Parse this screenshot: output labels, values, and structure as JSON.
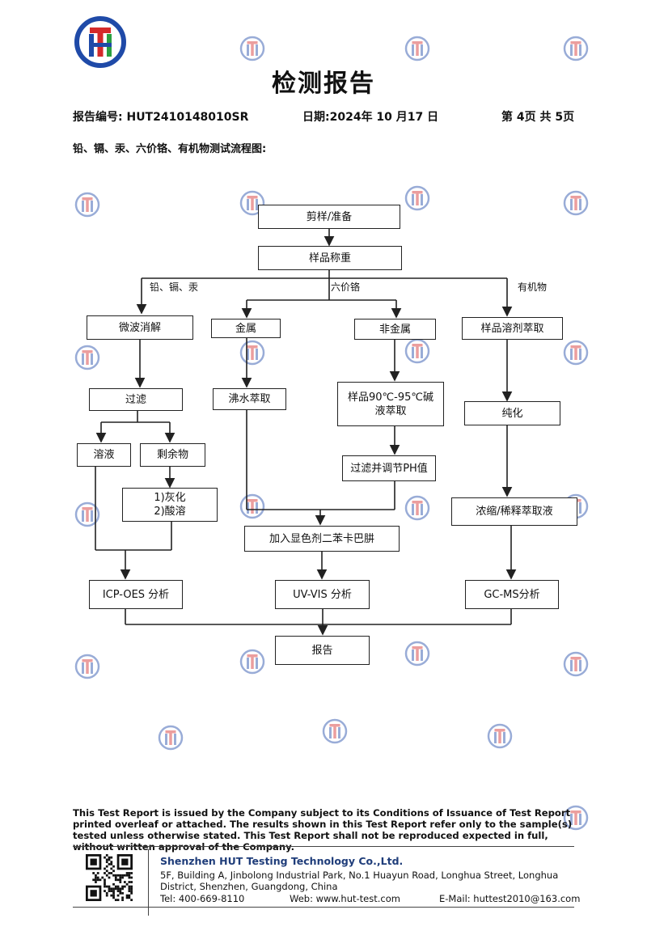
{
  "header": {
    "title": "检测报告",
    "report_no": "报告编号: HUT2410148010SR",
    "date": "日期:2024年 10 月17 日",
    "page": "第 4页 共 5页",
    "subtitle": "铅、镉、汞、六价铬、有机物测试流程图:"
  },
  "logo": {
    "letters": "HT",
    "red": "#d42a2a",
    "blue": "#1f4aa8",
    "green": "#2aa040"
  },
  "flowchart": {
    "nodes": {
      "cut": "剪样/准备",
      "weigh": "样品称重",
      "microwave": "微波消解",
      "metal": "金属",
      "nonmetal": "非金属",
      "solvent": "样品溶剂萃取",
      "filter": "过滤",
      "boil": "沸水萃取",
      "alkali": "样品90℃-95℃碱\n液萃取",
      "purify": "纯化",
      "solution": "溶液",
      "residue": "剩余物",
      "ash": "1)灰化\n2)酸溶",
      "ph": "过滤并调节PH值",
      "concentrate": "浓缩/稀释萃取液",
      "reagent": "加入显色剂二苯卡巴肼",
      "icp": "ICP-OES 分析",
      "uv": "UV-VIS 分析",
      "gc": "GC-MS分析",
      "report": "报告"
    },
    "branch_labels": {
      "lead": "铅、镉、汞",
      "chromium": "六价铬",
      "organic": "有机物"
    }
  },
  "footer": {
    "disclaimer": "This Test Report is issued by the Company subject to its Conditions of Issuance of Test Report printed overleaf or attached. The results shown in this Test Report refer only to the sample(s) tested unless otherwise stated. This Test Report shall not be reproduced expected in full, without written approval of the Company.",
    "company": "Shenzhen HUT Testing Technology Co.,Ltd.",
    "address": "5F, Building A, Jinbolong Industrial Park, No.1 Huayun Road, Longhua Street, Longhua District, Shenzhen, Guangdong, China",
    "tel": "Tel: 400-669-8110",
    "web": "Web: www.hut-test.com",
    "email": "E-Mail: huttest2010@163.com"
  }
}
